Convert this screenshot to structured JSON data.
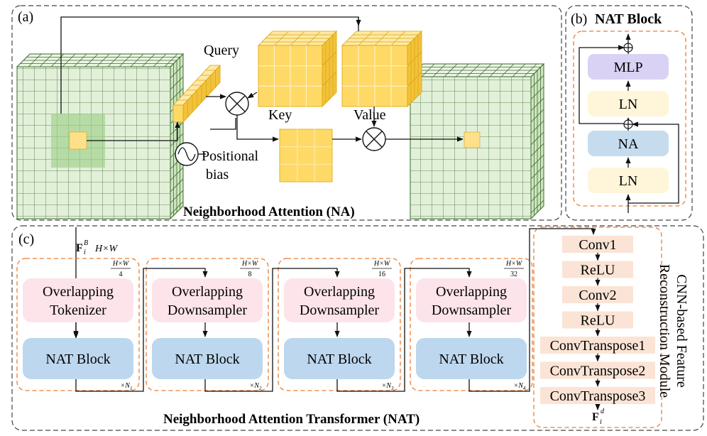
{
  "panel_a": {
    "tag": "(a)",
    "title": "Neighborhood Attention (NA)",
    "query_label": "Query",
    "key_label": "Key",
    "value_label": "Value",
    "pos_bias_line1": "Positional",
    "pos_bias_line2": "bias",
    "colors": {
      "grid_fill": "#e2f0d9",
      "grid_side": "#cfe4c2",
      "grid_top": "#edf6e6",
      "grid_line": "#3a6b2a",
      "neighborhood": "#9fcf87",
      "token": "#ffe08a",
      "qkv_front": "#ffd966",
      "qkv_top": "#ffe9a8",
      "qkv_side": "#f2c23e"
    }
  },
  "panel_b": {
    "tag": "(b)",
    "title": "NAT Block",
    "mlp": "MLP",
    "ln_top": "LN",
    "na": "NA",
    "ln_bottom": "LN",
    "colors": {
      "mlp": "#d9d2f4",
      "ln": "#fff5d9",
      "na": "#c5dcef"
    }
  },
  "panel_c": {
    "tag": "(c)",
    "title": "Neighborhood Attention Transformer (NAT)",
    "input_F": "F",
    "input_sub": "i",
    "input_sup": "B",
    "input_dims": "H×W",
    "stages": [
      {
        "line1": "Overlapping",
        "line2": "Tokenizer",
        "block": "NAT Block",
        "frac_num": "H×W",
        "frac_den": "4",
        "reps": "×N",
        "reps_sub": "1"
      },
      {
        "line1": "Overlapping",
        "line2": "Downsampler",
        "block": "NAT Block",
        "frac_num": "H×W",
        "frac_den": "8",
        "reps": "×N",
        "reps_sub": "2"
      },
      {
        "line1": "Overlapping",
        "line2": "Downsampler",
        "block": "NAT Block",
        "frac_num": "H×W",
        "frac_den": "16",
        "reps": "×N",
        "reps_sub": "3"
      },
      {
        "line1": "Overlapping",
        "line2": "Downsampler",
        "block": "NAT Block",
        "frac_num": "H×W",
        "frac_den": "32",
        "reps": "×N",
        "reps_sub": "4"
      }
    ],
    "cnn_title_line1": "CNN-based Feature",
    "cnn_title_line2": "Reconstruction Module",
    "cnn_layers": [
      "Conv1",
      "ReLU",
      "Conv2",
      "ReLU",
      "ConvTranspose1",
      "ConvTranspose2",
      "ConvTranspose3"
    ],
    "output_F": "F",
    "output_sub": "i",
    "output_sup": "d",
    "colors": {
      "op": "#fde4ea",
      "nat": "#bdd7ee",
      "cnn": "#fbe4d5",
      "dash": "#ed7d31"
    }
  }
}
